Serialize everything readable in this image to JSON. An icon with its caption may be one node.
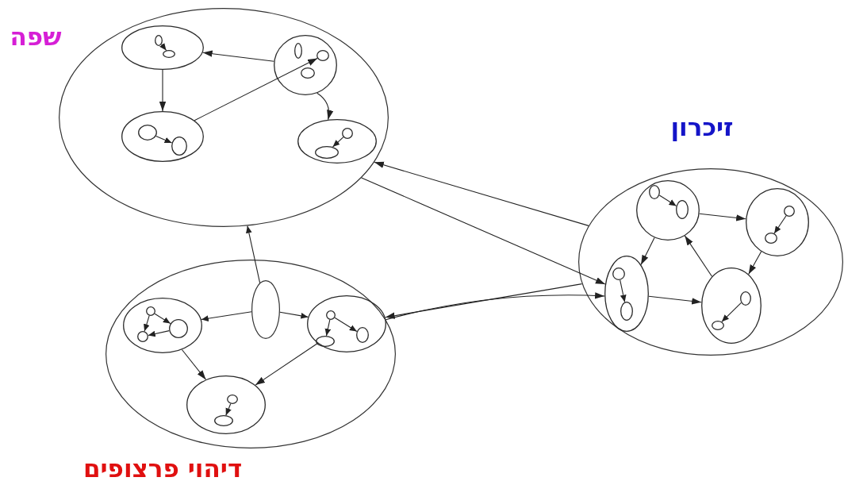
{
  "diagram": {
    "nodes": [
      {
        "text": [
          "שפה"
        ]
      },
      {
        "text": [],
        "shape": "circle",
        "in": 0
      },
      {
        "text": [],
        "shape": "circle",
        "in": 1
      },
      {
        "text": [],
        "shape": "circle",
        "in": 1
      },
      {
        "text": [],
        "shape": "circle",
        "in": 0
      },
      {
        "text": [],
        "shape": "circle",
        "in": 4
      },
      {
        "text": [],
        "shape": "circle",
        "in": 4
      },
      {
        "text": [],
        "shape": "circle",
        "in": 4
      },
      {
        "text": [],
        "shape": "circle",
        "in": 0
      },
      {
        "text": [],
        "shape": "circle",
        "in": 8
      },
      {
        "text": [],
        "shape": "circle",
        "in": 8
      },
      {
        "text": [],
        "shape": "circle",
        "in": 0
      },
      {
        "text": [],
        "shape": "circle",
        "in": 11
      },
      {
        "text": [],
        "shape": "circle",
        "in": 11
      },
      {
        "text": [
          "זיכרון"
        ]
      },
      {
        "text": [],
        "shape": "circle",
        "in": 14
      },
      {
        "text": [],
        "shape": "circle",
        "in": 15
      },
      {
        "text": [],
        "shape": "circle",
        "in": 15
      },
      {
        "text": [],
        "shape": "circle",
        "in": 14
      },
      {
        "text": [],
        "shape": "circle",
        "in": 18
      },
      {
        "text": [],
        "shape": "circle",
        "in": 18
      },
      {
        "text": [],
        "shape": "circle",
        "in": 14
      },
      {
        "text": [],
        "shape": "circle",
        "in": 21
      },
      {
        "text": [],
        "shape": "circle",
        "in": 21
      },
      {
        "text": [],
        "shape": "circle",
        "in": 14
      },
      {
        "text": [],
        "shape": "circle",
        "in": 24
      },
      {
        "text": [],
        "shape": "circle",
        "in": 24
      },
      {
        "text": [
          "דיהוי פרצופים"
        ]
      },
      {
        "text": [],
        "shape": "circle",
        "in": 27
      },
      {
        "text": [],
        "shape": "circle",
        "in": 28
      },
      {
        "text": [],
        "shape": "circle",
        "in": 28
      },
      {
        "text": [],
        "shape": "circle",
        "in": 28
      },
      {
        "text": [],
        "shape": "ellipse",
        "in": 27
      },
      {
        "text": [],
        "shape": "circle",
        "in": 27
      },
      {
        "text": [],
        "shape": "circle",
        "in": 33
      },
      {
        "text": [],
        "shape": "circle",
        "in": 33
      },
      {
        "text": [],
        "shape": "circle",
        "in": 33
      },
      {
        "text": [],
        "shape": "circle",
        "in": 27
      },
      {
        "text": [],
        "shape": "circle",
        "in": 37
      },
      {
        "text": [],
        "shape": "circle",
        "in": 37
      }
    ],
    "edges": [
      {
        "from": 2,
        "to": 3,
        "arrow": "to"
      },
      {
        "from": 4,
        "to": 1,
        "arrow": "to"
      },
      {
        "from": 1,
        "to": 8,
        "arrow": "to"
      },
      {
        "from": 4,
        "to": 11,
        "arrow": "to"
      },
      {
        "from": 8,
        "to": 6,
        "arrow": "to"
      },
      {
        "from": 9,
        "to": 10,
        "arrow": "to"
      },
      {
        "from": 12,
        "to": 13,
        "arrow": "to"
      },
      {
        "from": 16,
        "to": 17,
        "arrow": "to"
      },
      {
        "from": 19,
        "to": 20,
        "arrow": "to"
      },
      {
        "from": 22,
        "to": 23,
        "arrow": "to"
      },
      {
        "from": 25,
        "to": 26,
        "arrow": "to"
      },
      {
        "from": 15,
        "to": 18,
        "arrow": "to"
      },
      {
        "from": 15,
        "to": 21,
        "arrow": "to"
      },
      {
        "from": 18,
        "to": 24,
        "arrow": "to"
      },
      {
        "from": 24,
        "to": 15,
        "arrow": "to"
      },
      {
        "from": 21,
        "to": 24,
        "arrow": "to"
      },
      {
        "from": 29,
        "to": 30,
        "arrow": "to"
      },
      {
        "from": 30,
        "to": 31,
        "arrow": "to"
      },
      {
        "from": 29,
        "to": 31,
        "arrow": "to"
      },
      {
        "from": 34,
        "to": 35,
        "arrow": "to"
      },
      {
        "from": 34,
        "to": 36,
        "arrow": "to"
      },
      {
        "from": 38,
        "to": 39,
        "arrow": "to"
      },
      {
        "from": 32,
        "to": 0,
        "arrow": "to"
      },
      {
        "from": 32,
        "to": 28,
        "arrow": "to"
      },
      {
        "from": 32,
        "to": 33,
        "arrow": "to"
      },
      {
        "from": 28,
        "to": 37,
        "arrow": "to"
      },
      {
        "from": 33,
        "to": 37,
        "arrow": "to"
      },
      {
        "from": 0,
        "to": 21,
        "arrow": "to"
      },
      {
        "from": 14,
        "to": 0,
        "arrow": "to"
      },
      {
        "from": 33,
        "to": 21,
        "arrow": "to"
      },
      {
        "from": 14,
        "to": 33,
        "arrow": "to"
      }
    ]
  }
}
